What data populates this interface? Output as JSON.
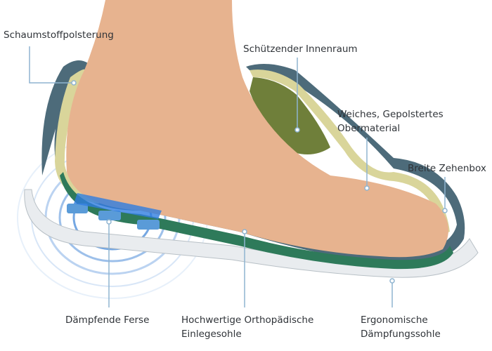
{
  "labels": {
    "foam_padding": "Schaumstoffpolsterung",
    "protective_interior": "Schützender Innenraum",
    "soft_upper_line1": "Weiches, Gepolstertes",
    "soft_upper_line2": "Obermaterial",
    "wide_toe_box": "Breite Zehenbox",
    "cushioned_heel": "Dämpfende Ferse",
    "insole_line1": "Hochwertige Orthopädische",
    "insole_line2": "Einlegesohle",
    "sole_line1": "Ergonomische",
    "sole_line2": "Dämpfungssohle"
  },
  "colors": {
    "leader_line": "#8fb4d0",
    "shoe_shell": "#4d6b7a",
    "foam": "#d9d59a",
    "lining": "#6f7f3a",
    "insole": "#2e7a5a",
    "skin": "#e7b38f",
    "heel_glow": "#3b82d6"
  }
}
